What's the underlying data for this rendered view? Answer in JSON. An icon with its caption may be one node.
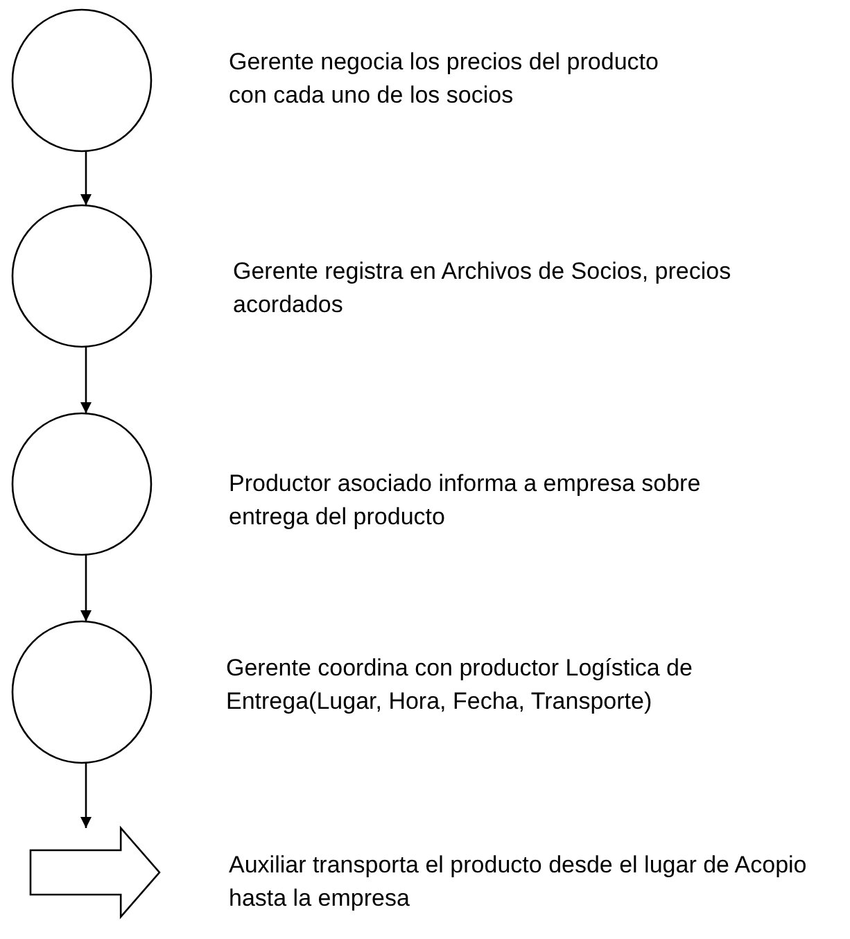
{
  "diagram": {
    "nodes": [
      {
        "text": [],
        "shape": "circle",
        "beside": [
          "Gerente negocia los precios del producto con cada uno de los socios"
        ]
      },
      {
        "text": [],
        "shape": "circle",
        "beside": [
          "Gerente registra en Archivos de Socios, precios acordados"
        ]
      },
      {
        "text": [],
        "shape": "circle",
        "beside": [
          "Productor asociado informa a empresa sobre entrega del producto"
        ]
      },
      {
        "text": [],
        "shape": "circle",
        "beside": [
          "Gerente coordina con productor Logística de Entrega(Lugar, Hora, Fecha, Transporte)"
        ]
      },
      {
        "text": [],
        "shape": "arrow",
        "beside": [
          "Auxiliar transporta el producto desde el lugar de Acopio hasta la empresa"
        ]
      }
    ],
    "edges": [
      {
        "from": 0,
        "to": 1,
        "arrow": "to"
      },
      {
        "from": 1,
        "to": 2,
        "arrow": "to"
      },
      {
        "from": 2,
        "to": 3,
        "arrow": "to"
      },
      {
        "from": 3,
        "to": 4,
        "arrow": "to"
      }
    ]
  }
}
